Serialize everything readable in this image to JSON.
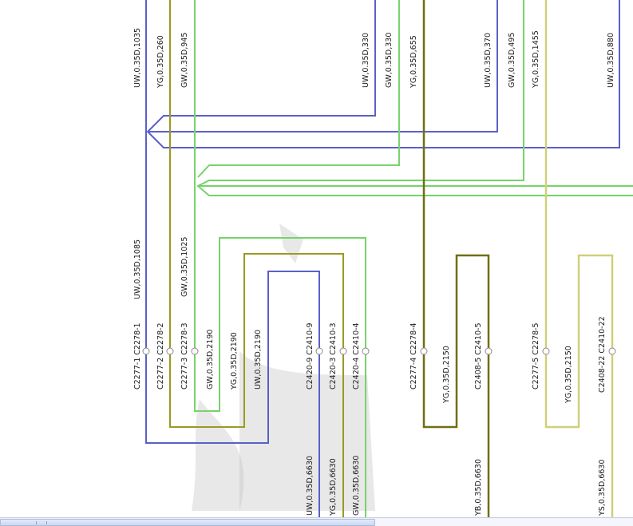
{
  "colors": {
    "blue": "#5a5fc8",
    "olive": "#9a9a22",
    "green": "#76d36a",
    "yellow": "#cfd07a",
    "darkolive": "#6f6f12"
  },
  "labels": [
    {
      "id": "uw-0-35d-1035",
      "text": "UW,0.35D,1035"
    },
    {
      "id": "yg-0-35d-260",
      "text": "YG,0.35D,260"
    },
    {
      "id": "gw-0-35d-945",
      "text": "GW,0.35D,945"
    },
    {
      "id": "uw-0-35d-330",
      "text": "UW,0.35D,330"
    },
    {
      "id": "gw-0-35d-330",
      "text": "GW,0.35D,330"
    },
    {
      "id": "yg-0-35d-655",
      "text": "YG,0.35D,655"
    },
    {
      "id": "uw-0-35d-370",
      "text": "UW,0.35D,370"
    },
    {
      "id": "gw-0-35d-495",
      "text": "GW,0.35D,495"
    },
    {
      "id": "yg-1455",
      "text": "YG,0.35D,1455"
    },
    {
      "id": "uw-0-35d-880",
      "text": "UW,0.35D,880"
    },
    {
      "id": "uw-0-35d-1085",
      "text": "UW,0.35D,1085"
    },
    {
      "id": "gw-0-35d-1025",
      "text": "GW,0.35D,1025"
    },
    {
      "id": "c2277-1",
      "text": "C2277-1 C2278-1"
    },
    {
      "id": "c2277-2",
      "text": "C2277-2 C2278-2"
    },
    {
      "id": "c2277-3",
      "text": "C2277-3 C2278-3"
    },
    {
      "id": "gw-0-35d-2190",
      "text": "GW,0.35D,2190"
    },
    {
      "id": "yg-0-35d-2190",
      "text": "YG,0.35D,2190"
    },
    {
      "id": "uw-0-35d-2190",
      "text": "UW,0.35D,2190"
    },
    {
      "id": "c2420-9",
      "text": "C2420-9 C2410-9"
    },
    {
      "id": "c2420-3",
      "text": "C2420-3 C2410-3"
    },
    {
      "id": "c2420-4",
      "text": "C2420-4 C2410-4"
    },
    {
      "id": "c2277-4",
      "text": "C2277-4 C2278-4"
    },
    {
      "id": "yg-0-35d-2150",
      "text": "YG,0.35D,2150"
    },
    {
      "id": "c2408-5",
      "text": "C2408-5 C2410-5"
    },
    {
      "id": "c2277-5",
      "text": "C2277-5 C2278-5"
    },
    {
      "id": "yg-0-35d-2150b",
      "text": "YG,0.35D,2150"
    },
    {
      "id": "c2408-22",
      "text": "C2408-22 C2410-22"
    },
    {
      "id": "uw-0-35d-6630",
      "text": "UW,0.35D,6630"
    },
    {
      "id": "yg-0-35d-6630",
      "text": "YG,0.35D,6630"
    },
    {
      "id": "gw-0-35d-6630",
      "text": "GW,0.35D,6630"
    },
    {
      "id": "yb-0-35d-6630",
      "text": "YB,0.35D,6630"
    },
    {
      "id": "ys-0-35d-6630",
      "text": "YS,0.35D,6630"
    }
  ]
}
